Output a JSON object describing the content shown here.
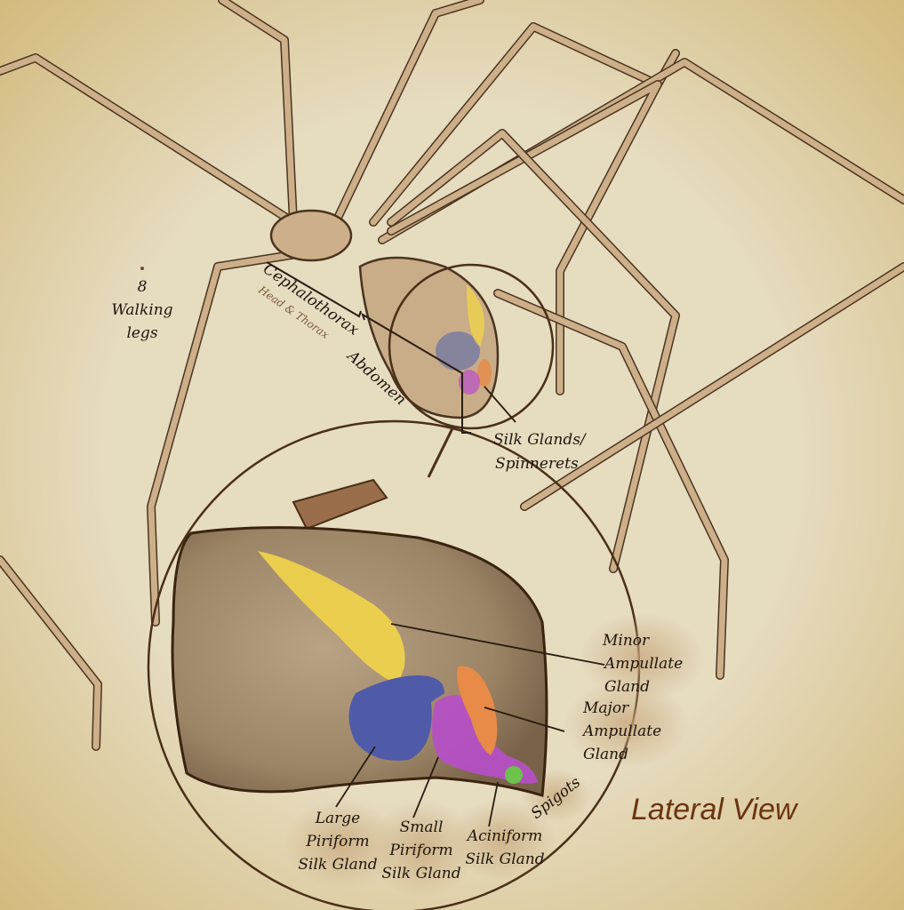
{
  "title": "Lateral View",
  "labels": {
    "legs": [
      "8",
      "Walking",
      "legs"
    ],
    "cephalothorax": "Cephalothorax",
    "cephalothorax_sub": "Head & Thorax",
    "abdomen": "Abdomen",
    "silk_glands": [
      "Silk Glands/",
      "Spinnerets"
    ],
    "minor_ampullate": [
      "Minor",
      "Ampullate",
      "Gland"
    ],
    "major_ampullate": [
      "Major",
      "Ampullate",
      "Gland"
    ],
    "large_piriform": [
      "Large",
      "Piriform",
      "Silk Gland"
    ],
    "small_piriform": [
      "Small",
      "Piriform",
      "Silk Gland"
    ],
    "aciniform": [
      "Aciniform",
      "Silk Gland"
    ],
    "spigots": "Spigots"
  },
  "colors": {
    "minor_ampullate": "#f0d24a",
    "major_ampullate": "#e88a48",
    "large_piriform": "#4f5aa8",
    "small_piriform": "#b64fc8",
    "aciniform": "#6cc24a",
    "title": "#6b3410"
  }
}
